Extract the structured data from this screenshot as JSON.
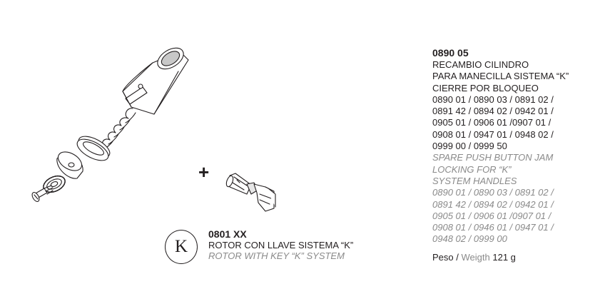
{
  "spare_part": {
    "code": "0890 05",
    "es_lines": [
      "RECAMBIO CILINDRO",
      "PARA MANECILLA SISTEMA “K”",
      "CIERRE POR BLOQUEO",
      "0890 01 / 0890 03 / 0891 02 /",
      "0891 42 / 0894 02 / 0942 01 /",
      "0905 01 / 0906 01 /0907 01 /",
      "0908 01 / 0947 01 / 0948 02 /",
      "0999 00 / 0999 50"
    ],
    "en_lines": [
      "SPARE PUSH BUTTON  JAM",
      "LOCKING FOR “K”",
      "SYSTEM HANDLES",
      "0890 01 / 0890 03 / 0891 02 /",
      "0891 42 / 0894 02 / 0942 01 /",
      "0905 01 / 0906 01 /0907 01 /",
      "0908 01 / 0946 01 / 0947 01 /",
      "0948 02 / 0999 00"
    ]
  },
  "weight": {
    "label_es": "Peso",
    "separator": "/",
    "label_en": "Weigth",
    "value": "121 g"
  },
  "rotor": {
    "badge_letter": "K",
    "code": "0801 XX",
    "es": "ROTOR CON LLAVE SISTEMA “K”",
    "en": "ROTOR WITH KEY “K” SYSTEM"
  },
  "plus_sign": "+"
}
